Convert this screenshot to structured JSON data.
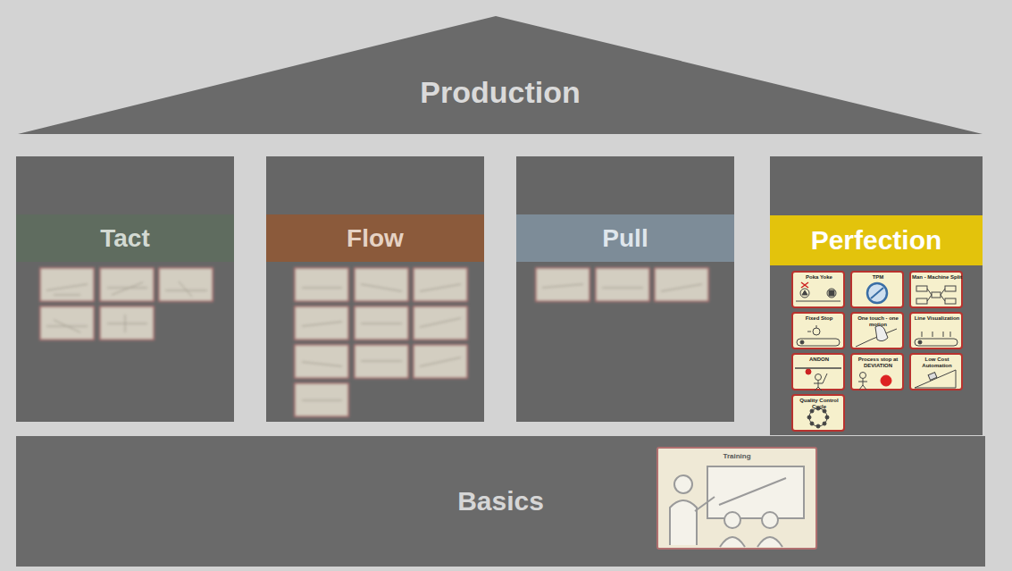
{
  "diagram": {
    "nodes": [
      {
        "text": [
          "Production"
        ]
      },
      {
        "text": [
          "Tact"
        ]
      },
      {
        "text": [
          "Flow"
        ]
      },
      {
        "text": [
          "Pull"
        ]
      },
      {
        "text": [
          "Perfection"
        ]
      },
      {
        "text": [
          "Poka Yoke"
        ],
        "in": 4
      },
      {
        "text": [
          "TPM"
        ],
        "in": 4
      },
      {
        "text": [
          "Man - Machine Split"
        ],
        "in": 4
      },
      {
        "text": [
          "Fixed Stop"
        ],
        "in": 4
      },
      {
        "text": [
          "One touch - one motion"
        ],
        "in": 4
      },
      {
        "text": [
          "Line Visualization"
        ],
        "in": 4
      },
      {
        "text": [
          "ANDON"
        ],
        "in": 4
      },
      {
        "text": [
          "Process stop at DEVIATION"
        ],
        "in": 4
      },
      {
        "text": [
          "Low Cost Automation"
        ],
        "in": 4
      },
      {
        "text": [
          "Quality Control Cycle"
        ],
        "in": 4
      },
      {
        "text": [
          "Basics"
        ]
      },
      {
        "text": [
          "Training"
        ],
        "in": 15
      }
    ]
  }
}
